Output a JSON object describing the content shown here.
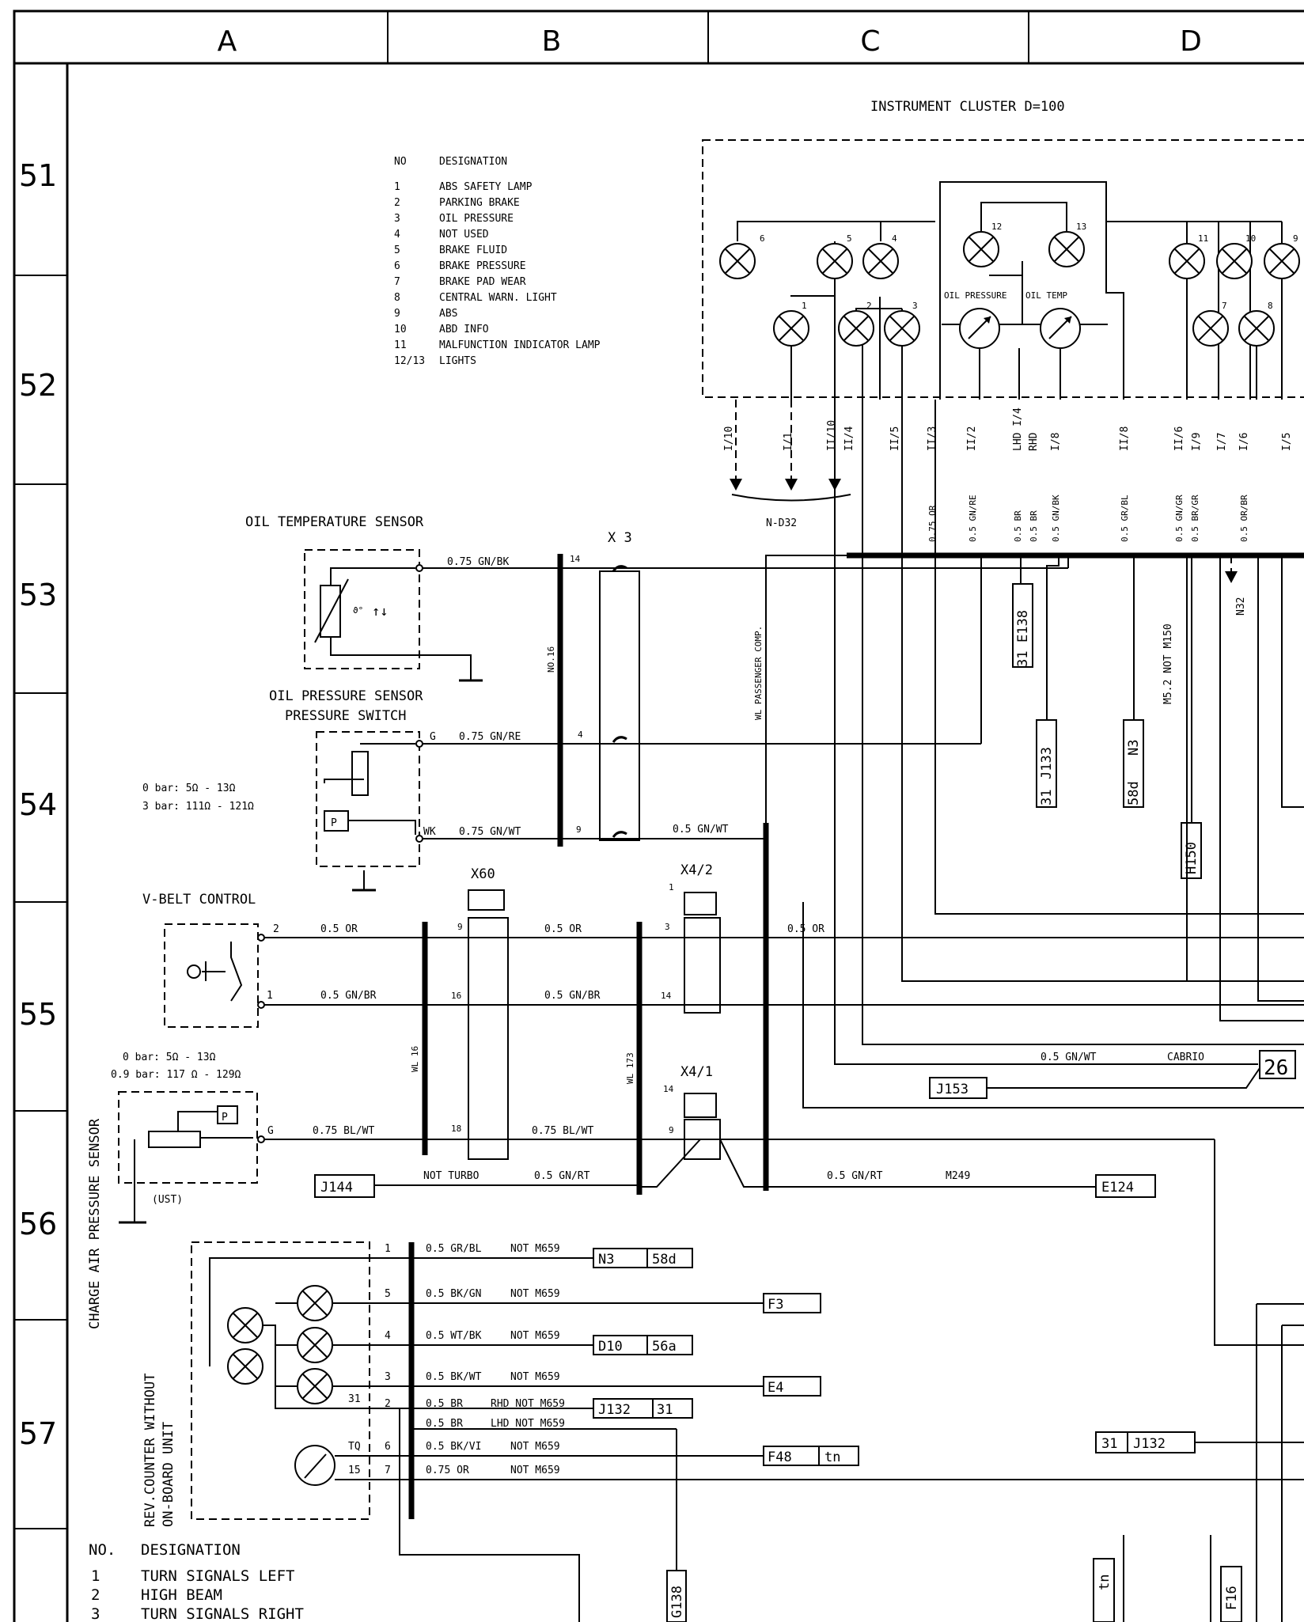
{
  "columns": [
    "A",
    "B",
    "C",
    "D"
  ],
  "rows": [
    "51",
    "52",
    "53",
    "54",
    "55",
    "56",
    "57"
  ],
  "cluster": {
    "title": "INSTRUMENT CLUSTER D=100",
    "table_header": [
      "NO",
      "DESIGNATION"
    ],
    "items": [
      {
        "no": "1",
        "name": "ABS SAFETY LAMP"
      },
      {
        "no": "2",
        "name": "PARKING BRAKE"
      },
      {
        "no": "3",
        "name": "OIL PRESSURE"
      },
      {
        "no": "4",
        "name": "NOT USED"
      },
      {
        "no": "5",
        "name": "BRAKE FLUID"
      },
      {
        "no": "6",
        "name": "BRAKE PRESSURE"
      },
      {
        "no": "7",
        "name": "BRAKE PAD WEAR"
      },
      {
        "no": "8",
        "name": "CENTRAL WARN. LIGHT"
      },
      {
        "no": "9",
        "name": "ABS"
      },
      {
        "no": "10",
        "name": "ABD INFO"
      },
      {
        "no": "11",
        "name": "MALFUNCTION INDICATOR LAMP"
      },
      {
        "no": "12/13",
        "name": "LIGHTS"
      }
    ],
    "gauge_labels": [
      "OIL PRESSURE",
      "OIL TEMP"
    ],
    "lamp_numbers": [
      "6",
      "5",
      "4",
      "12",
      "13",
      "11",
      "10",
      "9",
      "1",
      "2",
      "3",
      "7",
      "8"
    ],
    "pins": [
      "I/10",
      "I/1",
      "II/10",
      "II/4",
      "II/5",
      "II/3",
      "II/2",
      "LHD I/4",
      "RHD",
      "I/8",
      "II/8",
      "II/6",
      "I/9",
      "I/7",
      "I/6",
      "I/5"
    ],
    "pin_wires": [
      "0.75 OR",
      "0.5 GN/RE",
      "0.5 BR",
      "0.5 BR",
      "0.5 GN/BK",
      "0.5 GR/BL",
      "0.5 GN/GR",
      "0.5 BR/GR",
      "0.5 OR/BR"
    ],
    "ground_ref": "N-D32",
    "right_refs": [
      "N32",
      "M5.2 NOT M150"
    ]
  },
  "sensors": {
    "oil_temp": "OIL TEMPERATURE SENSOR",
    "oil_pressure_1": "OIL PRESSURE SENSOR",
    "oil_pressure_2": "PRESSURE SWITCH",
    "oil_pressure_spec1": "0 bar:  5Ω - 13Ω",
    "oil_pressure_spec2": "3 bar: 111Ω - 121Ω",
    "vbelt": "V-BELT CONTROL",
    "charge_air": "CHARGE AIR PRESSURE SENSOR",
    "charge_spec1": "0 bar:    5Ω - 13Ω",
    "charge_spec2": "0.9 bar: 117 Ω - 129Ω",
    "ust": "(UST)",
    "rev_counter_1": "REV.COUNTER WITHOUT",
    "rev_counter_2": "ON-BOARD UNIT"
  },
  "connectors": {
    "x3": "X 3",
    "x60": "X60",
    "x42": "X4/2",
    "x41": "X4/1",
    "no16": "NO.16",
    "wl_pass": "WL PASSENGER COMP.",
    "wl16": "WL 16",
    "wl173": "WL 173"
  },
  "wires": {
    "w1": "0.75 GN/BK",
    "w2": "0.75 GN/RE",
    "w3": "0.75 GN/WT",
    "w4": "0.5 GN/WT",
    "w5": "0.5 OR",
    "w6": "0.5 GN/BR",
    "w7": "0.75 BL/WT",
    "w8": "0.5 GN/RT",
    "w9": "NOT TURBO",
    "w10": "M249",
    "w11": "CABRIO",
    "g": "G",
    "wk": "WK"
  },
  "refs": {
    "e138": "E138",
    "n31a": "31",
    "j133": "J133",
    "n31b": "31",
    "n3": "N3",
    "r58d": "58d",
    "h150": "H150",
    "r26": "26",
    "j153": "J153",
    "j144": "J144",
    "e124": "E124",
    "g138": "G138",
    "j132": "J132",
    "r31c": "31",
    "f16": "F16",
    "tn": "tn"
  },
  "rev_lines": [
    {
      "pin": "1",
      "wire": "0.5 GR/BL",
      "note": "NOT M659",
      "ref": "N3",
      "ref2": "58d"
    },
    {
      "pin": "5",
      "wire": "0.5 BK/GN",
      "note": "NOT M659",
      "ref": "F3",
      "ref2": ""
    },
    {
      "pin": "4",
      "wire": "0.5 WT/BK",
      "note": "NOT M659",
      "ref": "D10",
      "ref2": "56a"
    },
    {
      "pin": "3",
      "wire": "0.5 BK/WT",
      "note": "NOT M659",
      "ref": "E4",
      "ref2": ""
    },
    {
      "pin": "2",
      "wire": "0.5 BR",
      "note": "RHD NOT M659",
      "ref": "J132",
      "ref2": "31"
    },
    {
      "pin": "",
      "wire": "0.5 BR",
      "note": "LHD NOT M659",
      "ref": "",
      "ref2": ""
    },
    {
      "pin": "6",
      "wire": "0.5 BK/VI",
      "note": "NOT M659",
      "ref": "F48",
      "ref2": "tn"
    },
    {
      "pin": "7",
      "wire": "0.75 OR",
      "note": "NOT M659",
      "ref": "",
      "ref2": ""
    }
  ],
  "bottom_table": {
    "header": [
      "NO.",
      "DESIGNATION"
    ],
    "items": [
      {
        "no": "1",
        "name": "TURN SIGNALS LEFT"
      },
      {
        "no": "2",
        "name": "HIGH BEAM"
      },
      {
        "no": "3",
        "name": "TURN SIGNALS RIGHT"
      }
    ]
  }
}
